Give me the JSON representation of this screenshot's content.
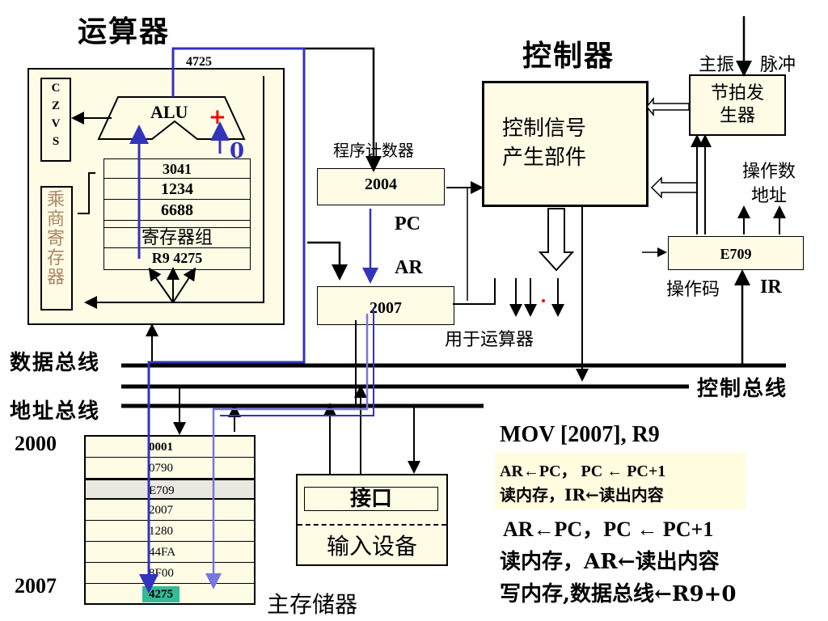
{
  "alu_section": {
    "title": "运算器",
    "flags": "C\nZ\nV\nS",
    "alu_label": "ALU",
    "alu_value": "4725",
    "plus": "+",
    "zero": "0",
    "registers": [
      "3041",
      "1234",
      "6688"
    ],
    "register_group_label": "寄存器组",
    "r9_label": "R9  4275",
    "muldiv_label": "乘商寄存器"
  },
  "control_section": {
    "title": "控制器",
    "signal_unit": "控制信号\n产生部件",
    "pc_caption": "程序计数器",
    "pc_value": "2004",
    "pc_label": "PC",
    "ar_label": "AR",
    "ar_value": "2007",
    "for_alu": "用于运算器",
    "clock_master": "主振",
    "clock_pulse": "脉冲",
    "timing_gen": "节拍发\n生器",
    "operand_addr": "操作数\n地址",
    "ir_value": "E709",
    "opcode_label": "操作码",
    "ir_label": "IR"
  },
  "buses": {
    "data_bus": "数据总线",
    "addr_bus": "地址总线",
    "control_bus": "控制总线"
  },
  "memory": {
    "label": "主存储器",
    "start_addr": "2000",
    "end_addr": "2007",
    "cells": [
      "0001",
      "0790",
      "E709",
      "2007",
      "1280",
      "44FA",
      "8F00",
      "4275"
    ]
  },
  "io": {
    "interface": "接口",
    "input_device": "输入设备"
  },
  "instruction": {
    "title": "MOV  [2007],  R9",
    "step1a": "AR←PC，  PC ← PC+1",
    "step1b": "读内存，IR←读出内容",
    "step2a": "AR←PC，PC ← PC+1",
    "step2b": "读内存，AR←读出内容",
    "step2c": "写内存,数据总线←R9+0"
  },
  "colors": {
    "panel_fill": "#fffce6",
    "blue_path": "#3333bb",
    "light_blue_path": "#7777dd",
    "highlight": "#33bb99",
    "red": "#ee0000"
  }
}
